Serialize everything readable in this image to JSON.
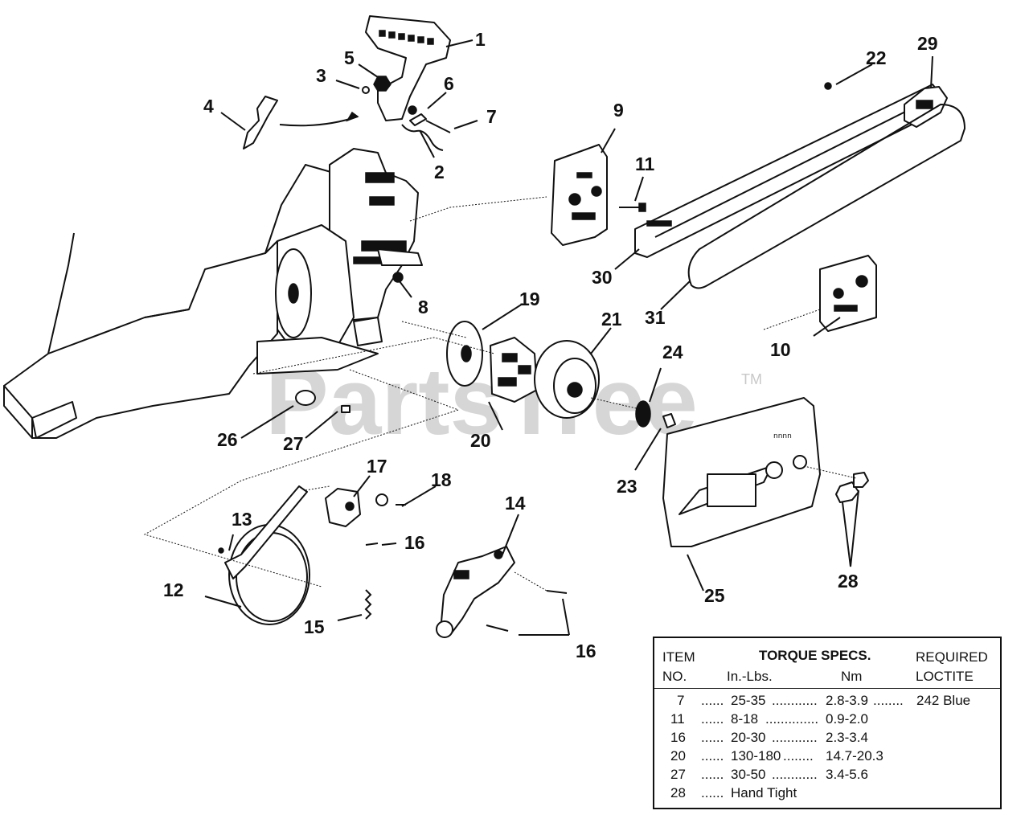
{
  "watermark": {
    "text": "PartsTree",
    "tm": "TM"
  },
  "callouts": {
    "c1": "1",
    "c2": "2",
    "c3": "3",
    "c4": "4",
    "c5": "5",
    "c6": "6",
    "c7": "7",
    "c8": "8",
    "c9": "9",
    "c10": "10",
    "c11": "11",
    "c12": "12",
    "c13": "13",
    "c14": "14",
    "c15": "15",
    "c16a": "16",
    "c16b": "16",
    "c17": "17",
    "c18": "18",
    "c19": "19",
    "c20": "20",
    "c21": "21",
    "c22": "22",
    "c23": "23",
    "c24": "24",
    "c25": "25",
    "c26": "26",
    "c27": "27",
    "c28": "28",
    "c29": "29",
    "c30": "30",
    "c31": "31"
  },
  "table": {
    "header": {
      "item": "ITEM",
      "no": "NO.",
      "torque": "TORQUE SPECS.",
      "inlbs": "In.-Lbs.",
      "nm": "Nm",
      "required": "REQUIRED",
      "loctite": "LOCTITE"
    },
    "rows": [
      {
        "item": "7",
        "dots1": "......",
        "inlbs": "25-35",
        "dots2": "............",
        "nm": "2.8-3.9",
        "dots3": "........",
        "loctite": "242 Blue"
      },
      {
        "item": "11",
        "dots1": "......",
        "inlbs": "8-18",
        "dots2": "..............",
        "nm": "0.9-2.0",
        "dots3": "",
        "loctite": ""
      },
      {
        "item": "16",
        "dots1": "......",
        "inlbs": "20-30",
        "dots2": "............",
        "nm": "2.3-3.4",
        "dots3": "",
        "loctite": ""
      },
      {
        "item": "20",
        "dots1": "......",
        "inlbs": "130-180",
        "dots2": "........",
        "nm": "14.7-20.3",
        "dots3": "",
        "loctite": ""
      },
      {
        "item": "27",
        "dots1": "......",
        "inlbs": "30-50",
        "dots2": "............",
        "nm": "3.4-5.6",
        "dots3": "",
        "loctite": ""
      },
      {
        "item": "28",
        "dots1": "......",
        "inlbs": "Hand Tight",
        "dots2": "",
        "nm": "",
        "dots3": "",
        "loctite": ""
      }
    ]
  }
}
